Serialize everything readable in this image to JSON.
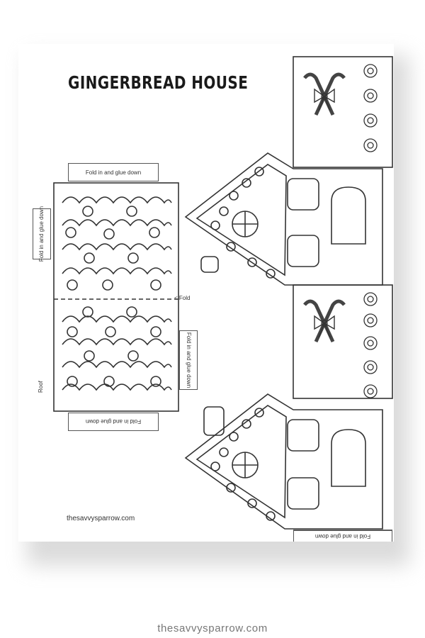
{
  "worksheet": {
    "title": "GINGERBREAD HOUSE",
    "tabs": {
      "top": "Fold in and glue  down",
      "left": "Fold in and glue  down",
      "right": "Fold in and glue  down",
      "bottom": "Fold in and glue  down",
      "bottom_right": "Fold in and glue  down"
    },
    "fold_label": "< Fold",
    "roof_label": "Roof",
    "site": "thesavvysparrow.com"
  },
  "footer": {
    "url": "thesavvysparrow.com"
  }
}
